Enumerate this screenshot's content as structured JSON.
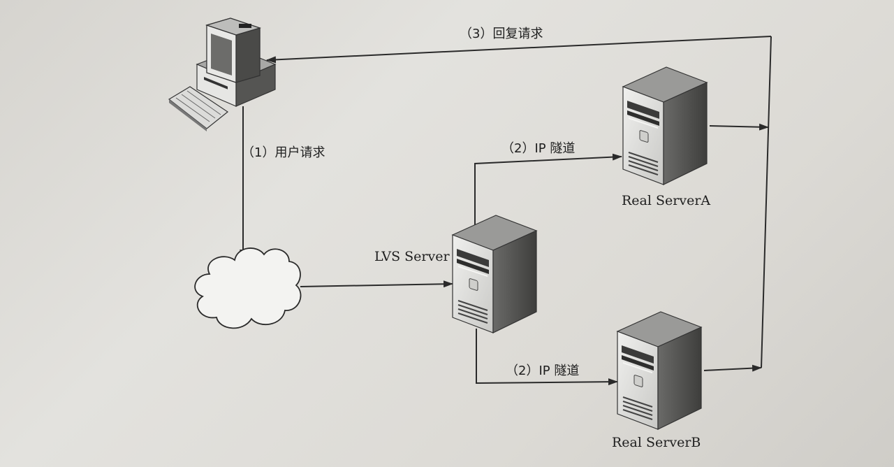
{
  "labels": {
    "reply_request": "（3）回复请求",
    "user_request": "（1）用户请求",
    "tunnel_a": "（2）IP 隧道",
    "tunnel_b": "（2）IP 隧道",
    "lvs_server": "LVS Server",
    "real_server_a": "Real ServerA",
    "real_server_b": "Real ServerB"
  },
  "nodes": [
    {
      "id": "client",
      "icon": "desktop-computer-icon"
    },
    {
      "id": "internet",
      "icon": "cloud-icon"
    },
    {
      "id": "lvs",
      "icon": "server-tower-icon"
    },
    {
      "id": "real-a",
      "icon": "server-tower-icon"
    },
    {
      "id": "real-b",
      "icon": "server-tower-icon"
    }
  ],
  "edges": [
    {
      "from": "client",
      "to": "internet",
      "label_key": "user_request"
    },
    {
      "from": "internet",
      "to": "lvs"
    },
    {
      "from": "lvs",
      "to": "real-a",
      "label_key": "tunnel_a"
    },
    {
      "from": "lvs",
      "to": "real-b",
      "label_key": "tunnel_b"
    },
    {
      "from": "real-a",
      "to": "client",
      "label_key": "reply_request"
    },
    {
      "from": "real-b",
      "to": "client",
      "label_key": "reply_request"
    }
  ],
  "colors": {
    "line": "#2a2a2a",
    "server_front": "#e4e4e2",
    "server_side": "#5a5a58",
    "server_top": "#8a8a88"
  }
}
